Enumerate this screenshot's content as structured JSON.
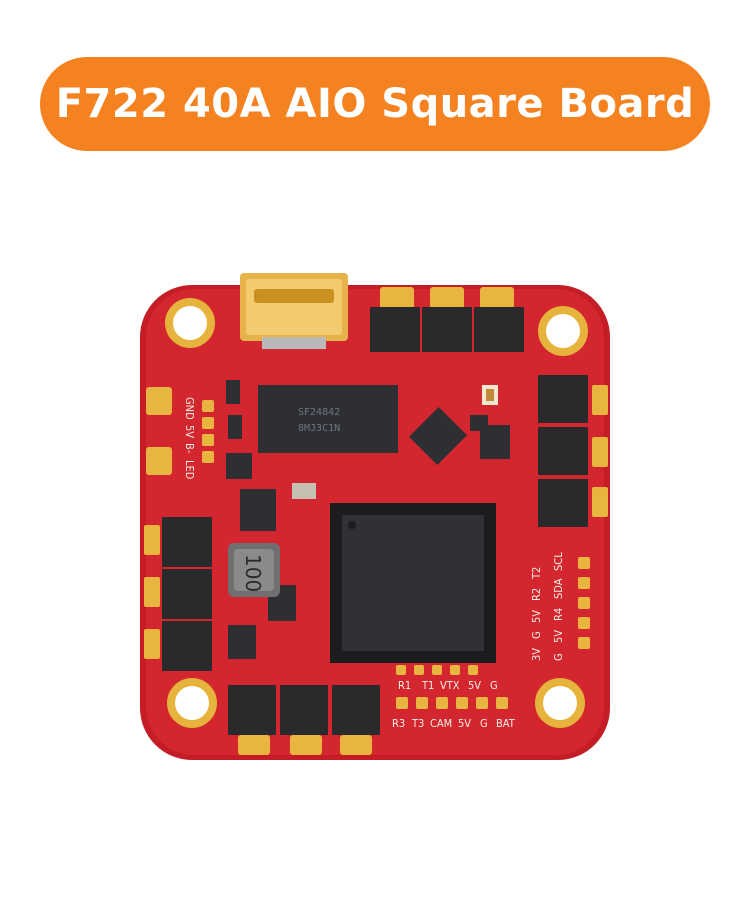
{
  "banner": {
    "title": "F722 40A AIO Square Board",
    "color": "#f58220"
  },
  "board": {
    "pcb_color": "#d4202a",
    "pad_color": "#e8b540",
    "inductor_marking": "100",
    "ic_marking_line1": "SF24842",
    "ic_marking_line2": "8MJ3C1N",
    "silkscreen": {
      "left_pads": [
        "GND",
        "5V",
        "B-",
        "LED"
      ],
      "right_col1": [
        "G",
        "5V",
        "R4",
        "SDA",
        "SCL"
      ],
      "right_col2": [
        "3V",
        "G",
        "5V",
        "R2",
        "T2"
      ],
      "bottom_row1": [
        "R1",
        "T1",
        "VTX",
        "5V",
        "G"
      ],
      "bottom_row2": [
        "R3",
        "T3",
        "CAM",
        "5V",
        "G",
        "BAT"
      ]
    }
  }
}
